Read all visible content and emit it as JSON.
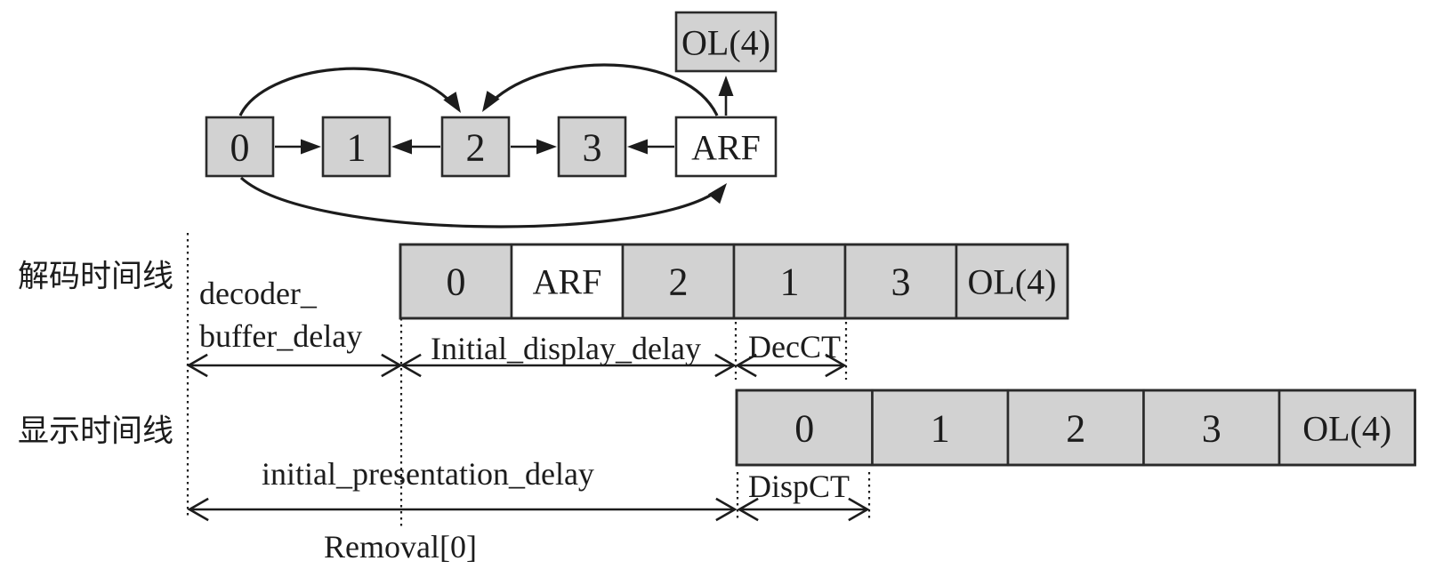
{
  "colors": {
    "box_fill": "#d2d2d2",
    "box_white": "#ffffff",
    "stroke": "#2a2a2a",
    "line": "#1c1c1c",
    "background": "#ffffff"
  },
  "graph": {
    "nodes": {
      "n0": "0",
      "n1": "1",
      "n2": "2",
      "n3": "3",
      "arf": "ARF",
      "ol4": "OL(4)"
    }
  },
  "decode": {
    "row_label": "解码时间线",
    "cells": [
      "0",
      "ARF",
      "2",
      "1",
      "3",
      "OL(4)"
    ],
    "decoder_buffer_delay": [
      "decoder_",
      "buffer_delay"
    ],
    "initial_display_delay": "Initial_display_delay",
    "dec_ct": "DecCT"
  },
  "display": {
    "row_label": "显示时间线",
    "cells": [
      "0",
      "1",
      "2",
      "3",
      "OL(4)"
    ],
    "initial_presentation_delay": "initial_presentation_delay",
    "disp_ct": "DispCT",
    "removal": "Removal[0]"
  }
}
